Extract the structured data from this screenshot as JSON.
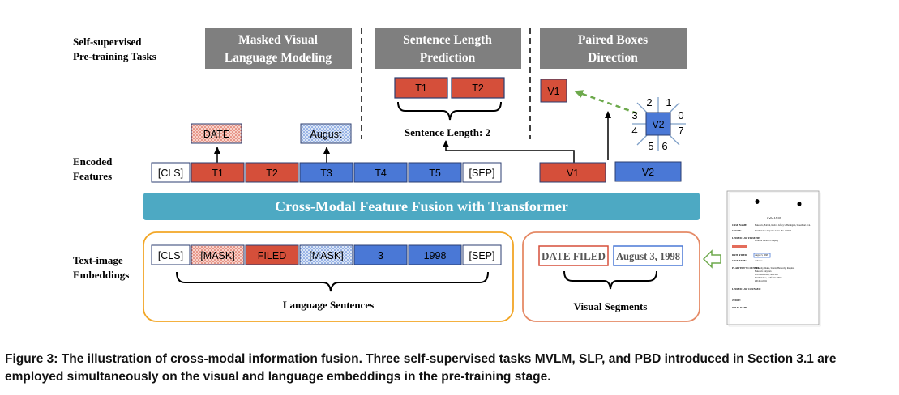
{
  "labels": {
    "tasks": [
      "Self-supervised",
      "Pre-training Tasks"
    ],
    "encoded": [
      "Encoded",
      "Features"
    ],
    "embeddings": [
      "Text-image",
      "Embeddings"
    ]
  },
  "tasks": {
    "mvlm": [
      "Masked Visual",
      "Language Modeling"
    ],
    "slp": [
      "Sentence Length",
      "Prediction"
    ],
    "pbd": [
      "Paired Boxes",
      "Direction"
    ]
  },
  "slp": {
    "tokens": [
      "T1",
      "T2"
    ],
    "result": "Sentence Length: 2"
  },
  "mvlm": {
    "predictions": [
      "DATE",
      "August"
    ]
  },
  "pbd": {
    "v1": "V1",
    "v2": "V2",
    "directions": [
      "1",
      "0",
      "7",
      "6",
      "5",
      "4",
      "3",
      "2"
    ]
  },
  "encoded": {
    "tokens": [
      "[CLS]",
      "T1",
      "T2",
      "T3",
      "T4",
      "T5",
      "[SEP]"
    ],
    "visual": [
      "V1",
      "V2"
    ]
  },
  "fusion": {
    "title": "Cross-Modal Feature Fusion with Transformer"
  },
  "embeddings": {
    "tokens": [
      "[CLS]",
      "[MASK]",
      "FILED",
      "[MASK]",
      "3",
      "1998",
      "[SEP]"
    ],
    "language_label": "Language Sentences",
    "segments": [
      "DATE FILED",
      "August 3, 1998"
    ],
    "visual_label": "Visual Segments"
  },
  "document": {
    "title": "Calls 4/8/01",
    "fields": [
      "CASE NAME:",
      "COURT:",
      "LINKED LAW FIRM/TIE:",
      "DATE FILED:",
      "CASE TYPE:",
      "PLAINTIFF'S COUNSEL:",
      "LINKED LAW COUNSEL:",
      "JUDGE:",
      "TRIAL DATE:"
    ],
    "values": [
      "Benedicts, Ballard, Kreh v. Jeffrey v. Harrington, Sweetheart et al.",
      "San Francisco Superior Court - No. 990034",
      "Lorillard Tobacco Company",
      "August 3, 1998",
      "Asbestos",
      "Harrowby, Dukes, Swartz, Harrowby, Kleyman",
      "Benedicts Kleyman",
      "66 Federal Street, Suite 900",
      "San Francisco, California 94015",
      "480-961-0604"
    ]
  },
  "caption": "Figure 3: The illustration of cross-modal information fusion. Three self-supervised tasks MVLM, SLP, and PBD introduced in Section 3.1 are employed simultaneously on the visual and language embeddings in the pre-training stage.",
  "colors": {
    "red": "#D54F3A",
    "blue": "#4A78D6",
    "teal": "#4DA9C3",
    "task_bg": "#7F7F7F",
    "orange": "#F2A626",
    "green": "#6DA94C"
  }
}
